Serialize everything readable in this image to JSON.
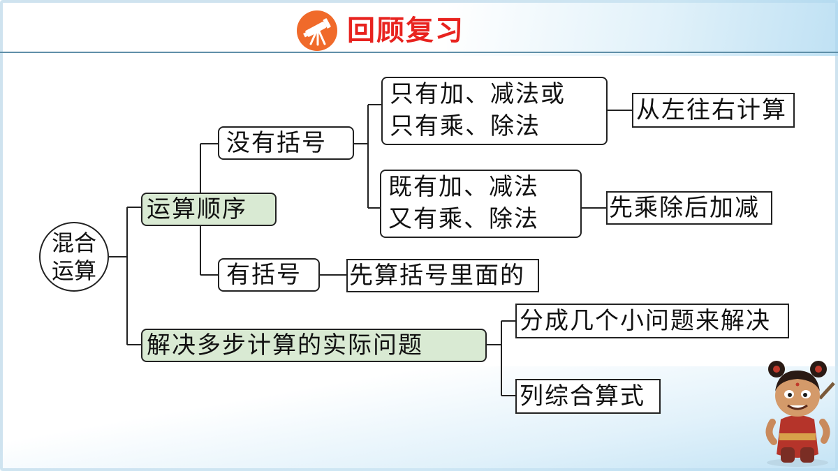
{
  "header": {
    "title": "回顾复习",
    "icon": "telescope-icon",
    "accent": "#e8231f"
  },
  "mindmap": {
    "root": {
      "line1": "混合",
      "line2": "运算"
    },
    "order": {
      "label": "运算顺序",
      "no_parentheses": {
        "label": "没有括号",
        "case1": {
          "line1": "只有加、减法或",
          "line2": "只有乘、除法",
          "rule": "从左往右计算"
        },
        "case2": {
          "line1": "既有加、减法",
          "line2": "又有乘、除法",
          "rule": "先乘除后加减"
        }
      },
      "with_parentheses": {
        "label": "有括号",
        "rule": "先算括号里面的"
      }
    },
    "problems": {
      "label": "解决多步计算的实际问题",
      "step1": "分成几个小问题来解决",
      "step2": "列综合算式"
    }
  },
  "colors": {
    "category_fill": "#d9ead3",
    "line": "#222222"
  }
}
